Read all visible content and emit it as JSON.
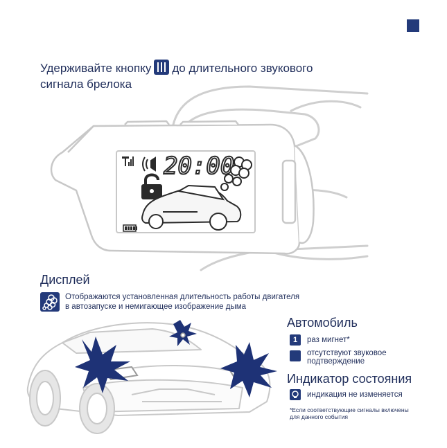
{
  "instruction": {
    "part1": "Удерживайте кнопку",
    "part2": "до длительного звукового",
    "part3": "сигнала брелока"
  },
  "lcd": {
    "time": "20:00"
  },
  "display": {
    "title": "Дисплей",
    "description_line1": "Отображаются установленная длительность работы двигателя",
    "description_line2": "в автозапуске и немигающее изображение дыма"
  },
  "legend": {
    "car_title": "Автомобиль",
    "blink_badge": "1",
    "blink_text": "раз мигнет*",
    "sound_text_line1": "отсутствуют звуковое",
    "sound_text_line2": "подтверждение",
    "status_title": "Индикатор состояния",
    "status_text": "индикация не изменяется",
    "footnote_line1": "*Если соответствующие сигналы включены",
    "footnote_line2": "для данного события"
  },
  "colors": {
    "brand": "#233a7a",
    "outline": "#c8c8c8"
  }
}
